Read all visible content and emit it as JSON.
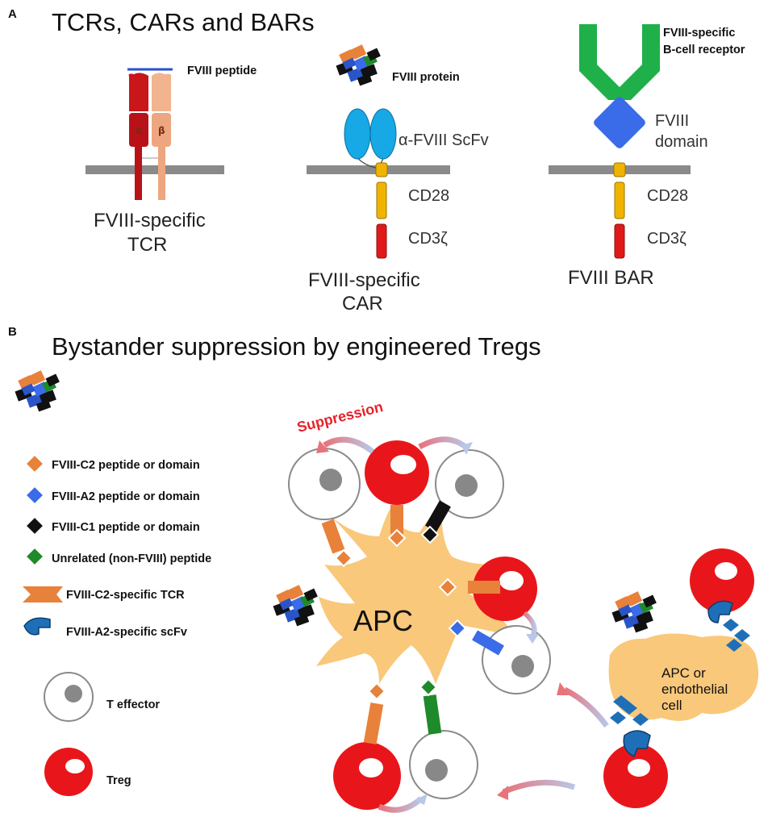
{
  "panel_a": {
    "letter": "A",
    "title": "TCRs, CARs and BARs",
    "tcr": {
      "peptide_label": "FVIII peptide",
      "alpha": "α",
      "beta": "β",
      "caption_line1": "FVIII-specific",
      "caption_line2": "TCR"
    },
    "car": {
      "protein_label": "FVIII protein",
      "scfv_label": "α-FVIII ScFv",
      "cd28": "CD28",
      "cd3z": "CD3ζ",
      "caption_line1": "FVIII-specific",
      "caption_line2": "CAR"
    },
    "bar": {
      "bcr_line1": "FVIII-specific",
      "bcr_line2": "B-cell receptor",
      "domain_line1": "FVIII",
      "domain_line2": "domain",
      "cd28": "CD28",
      "cd3z": "CD3ζ",
      "caption": "FVIII BAR"
    }
  },
  "panel_b": {
    "letter": "B",
    "title": "Bystander suppression by engineered Tregs",
    "legend": [
      {
        "label": "FVIII-C2 peptide or domain",
        "icon": "orange-diamond-icon",
        "color": "#e8813a"
      },
      {
        "label": "FVIII-A2 peptide or domain",
        "icon": "blue-diamond-icon",
        "color": "#3a6be8"
      },
      {
        "label": "FVIII-C1 peptide or domain",
        "icon": "black-diamond-icon",
        "color": "#111111"
      },
      {
        "label": "Unrelated (non-FVIII) peptide",
        "icon": "green-diamond-icon",
        "color": "#1e8a2a"
      },
      {
        "label": "FVIII-C2-specific TCR",
        "icon": "orange-tcr-icon",
        "color": "#e8813a"
      },
      {
        "label": "FVIII-A2-specific scFv",
        "icon": "blue-scfv-icon",
        "color": "#1f6fb8"
      },
      {
        "label": "T effector",
        "icon": "t-effector-icon",
        "color": "#888888"
      },
      {
        "label": "Treg",
        "icon": "treg-icon",
        "color": "#e8161b"
      }
    ],
    "suppression_label": "Suppression",
    "apc_label": "APC",
    "apc2_line1": "APC or",
    "apc2_line2": "endothelial",
    "apc2_line3": "cell"
  }
}
